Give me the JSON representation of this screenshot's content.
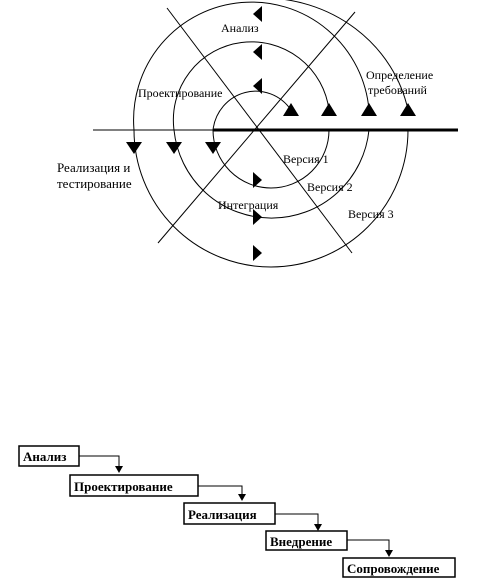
{
  "spiral": {
    "labels": {
      "analysis": "Анализ",
      "design": "Проектирование",
      "requirements_line1": "Определение",
      "requirements_line2": "требований",
      "implementation_line1": "Реализация и",
      "implementation_line2": "тестирование",
      "version1": "Версия 1",
      "version2": "Версия 2",
      "version3": "Версия 3",
      "integration": "Интеграция"
    }
  },
  "waterfall": {
    "stages": [
      "Анализ",
      "Проектирование",
      "Реализация",
      "Внедрение",
      "Сопровождение"
    ]
  }
}
